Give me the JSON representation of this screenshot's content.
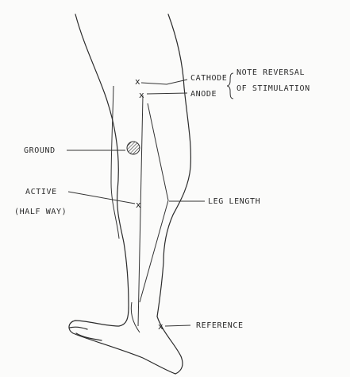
{
  "labels": {
    "cathode": "CATHODE",
    "anode": "ANODE",
    "note_line1": "NOTE REVERSAL",
    "note_line2": "OF STIMULATION",
    "ground": "GROUND",
    "active_line1": "ACTIVE",
    "active_line2": "(HALF WAY)",
    "leg_length": "LEG LENGTH",
    "reference": "REFERENCE"
  },
  "markers": {
    "cathode": "x",
    "anode": "x",
    "active": "x",
    "reference": "x"
  },
  "colors": {
    "ink": "#2b2b2b",
    "background": "#fbfbfa"
  }
}
